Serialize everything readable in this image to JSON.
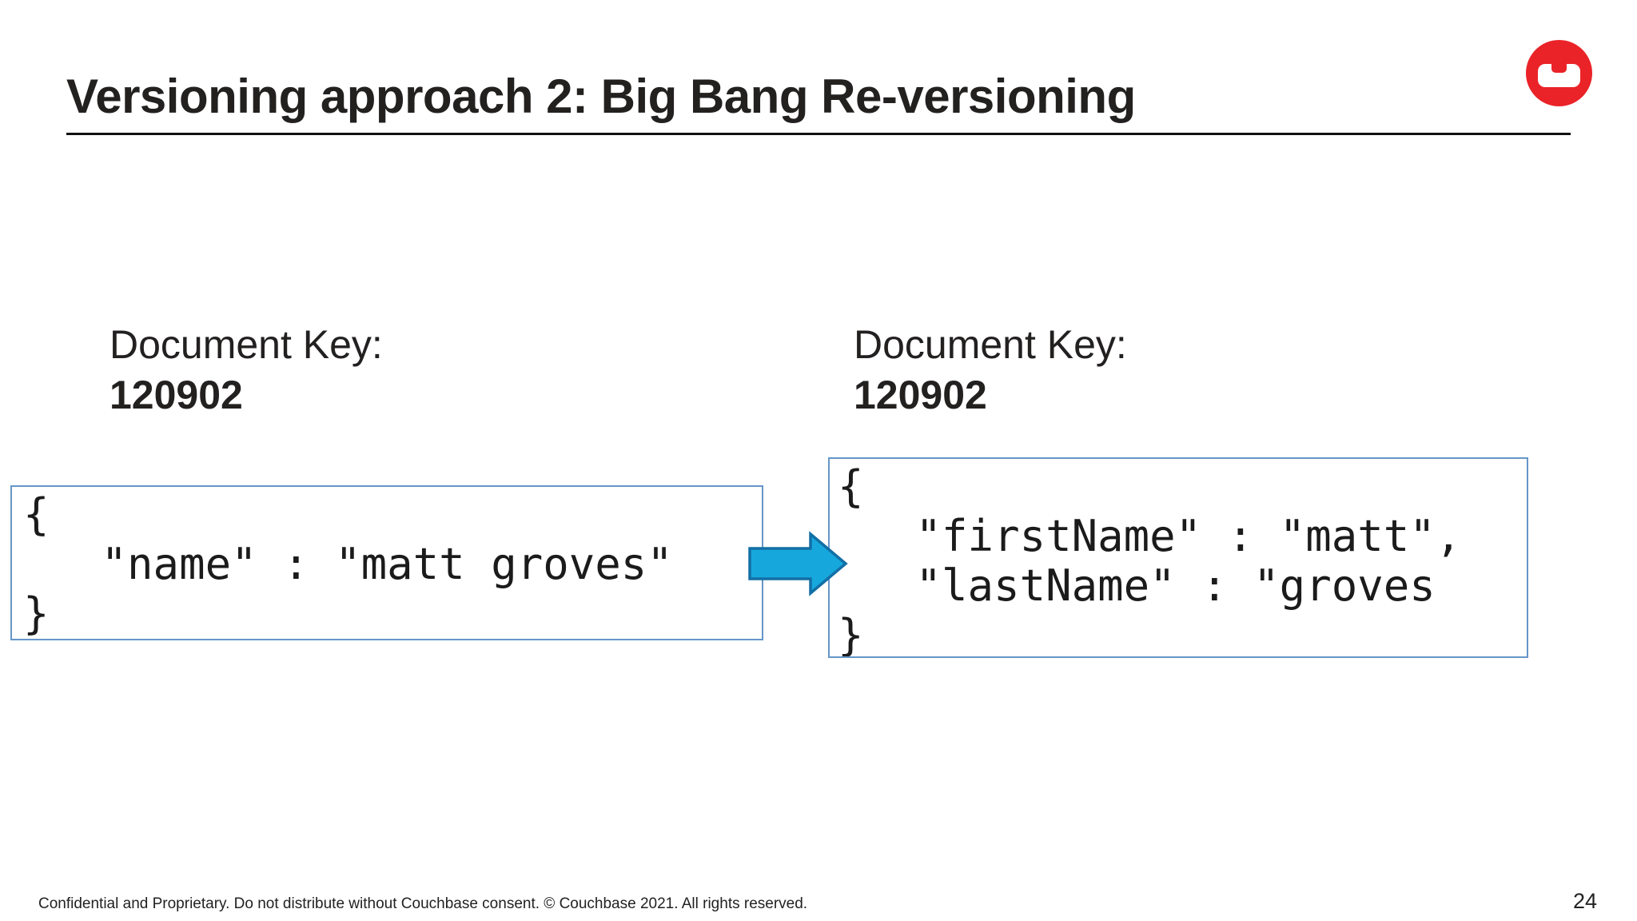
{
  "slide": {
    "title": "Versioning approach 2: Big Bang Re-versioning",
    "footer": "Confidential and Proprietary. Do not distribute without Couchbase consent. © Couchbase 2021. All rights reserved.",
    "page_number": "24"
  },
  "left_document": {
    "key_label": "Document Key:",
    "key_value": "120902",
    "code": "{\n   \"name\" : \"matt groves\"\n}"
  },
  "right_document": {
    "key_label": "Document Key:",
    "key_value": "120902",
    "code": "{\n   \"firstName\" : \"matt\",\n   \"lastName\" : \"groves\n}"
  },
  "icons": {
    "logo": "couchbase-logo",
    "arrow": "right-block-arrow"
  },
  "colors": {
    "logo_red": "#ea2328",
    "box_border": "#6596c8",
    "arrow_fill": "#16a8dd",
    "arrow_stroke": "#136fa5",
    "title_text": "#232020",
    "rule": "#111111"
  }
}
